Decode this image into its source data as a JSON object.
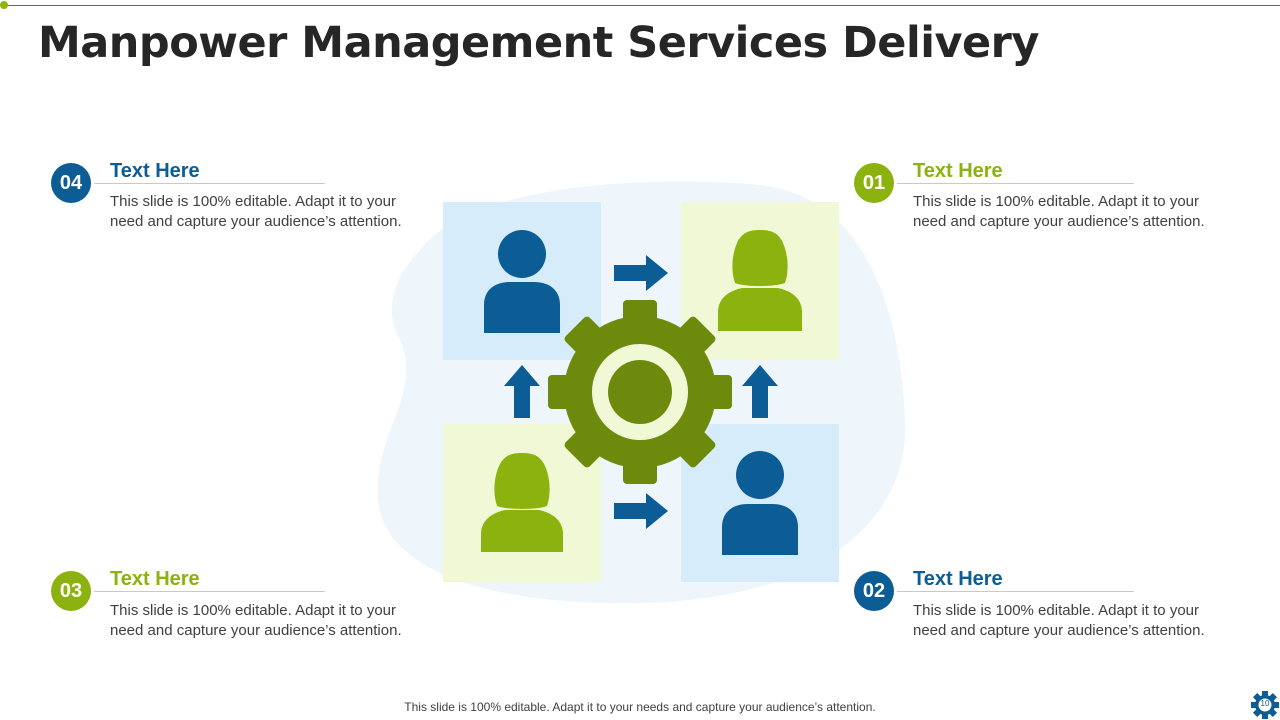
{
  "slide": {
    "title": "Manpower Management Services Delivery",
    "footer": "This slide is 100% editable. Adapt it to your needs and capture your audience’s attention.",
    "page_number": "10"
  },
  "items": [
    {
      "number": "04",
      "heading": "Text Here",
      "body_line1": "This slide is 100% editable. Adapt it to your",
      "body_line2": "need and capture your audience’s attention."
    },
    {
      "number": "01",
      "heading": "Text Here",
      "body_line1": "This slide is 100% editable. Adapt it to your",
      "body_line2": "need and capture your audience’s attention."
    },
    {
      "number": "03",
      "heading": "Text Here",
      "body_line1": "This slide is 100% editable. Adapt it to your",
      "body_line2": "need and capture your audience’s attention."
    },
    {
      "number": "02",
      "heading": "Text Here",
      "body_line1": "This slide is 100% editable. Adapt it to your",
      "body_line2": "need and capture your audience’s attention."
    }
  ],
  "icons": {
    "top_left": "male-user-icon",
    "top_right": "female-user-icon",
    "bottom_left": "female-user-icon",
    "bottom_right": "male-user-icon",
    "center": "gear-icon",
    "arrows": "arrow-icon",
    "corner": "gear-icon"
  },
  "colors": {
    "blue": "#0c5c95",
    "green": "#8cb20f",
    "dark_green": "#6e8a0c",
    "light_blue": "#d7ecfb",
    "light_green": "#f1f8d6"
  }
}
